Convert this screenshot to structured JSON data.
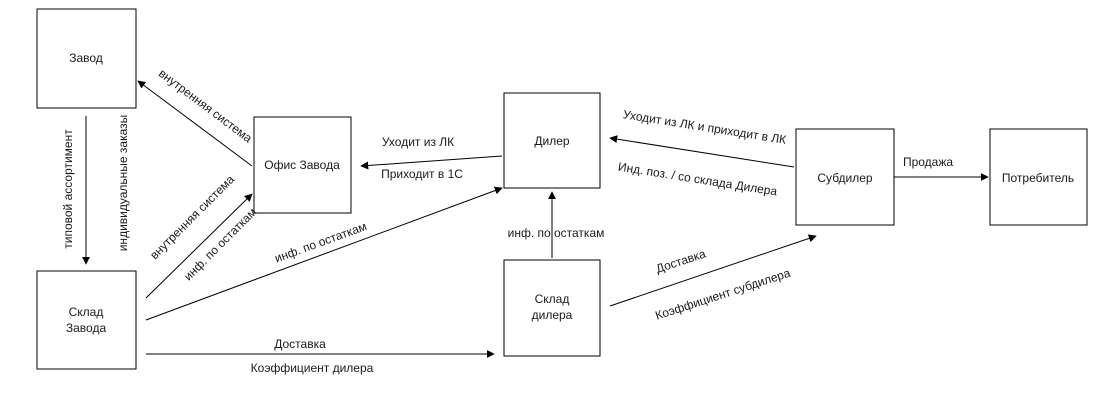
{
  "nodes": {
    "factory": {
      "label": "Завод"
    },
    "factory_office": {
      "label": "Офис Завода"
    },
    "dealer": {
      "label": "Дилер"
    },
    "subdealer": {
      "label": "Субдилер"
    },
    "consumer": {
      "label": "Потребитель"
    },
    "factory_warehouse": {
      "line1": "Склад",
      "line2": "Завода"
    },
    "dealer_warehouse": {
      "line1": "Склад",
      "line2": "дилера"
    }
  },
  "edges": {
    "typical_assortment": "типовой ассортимент",
    "individual_orders": "индивидуальные заказы",
    "internal_system_upper": "внутренняя система",
    "internal_system_lower": "внутренняя система",
    "stock_info_office": "инф. по остаткам",
    "stock_info_dealer": "инф. по остаткам",
    "stock_info_dealer_warehouse": "инф. по остаткам",
    "leaves_lk": "Уходит из ЛК",
    "arrives_1c": "Приходит в 1С",
    "leaves_lk_arrives_lk": "Уходит из ЛК и приходит в ЛК",
    "item_from_dealer_warehouse": "Инд. поз. / со склада Дилера",
    "sale": "Продажа",
    "delivery_subdealer": "Доставка",
    "subdealer_coefficient": "Коэффициент субдилера",
    "delivery_dealer": "Доставка",
    "dealer_coefficient": "Коэффициент дилера"
  }
}
